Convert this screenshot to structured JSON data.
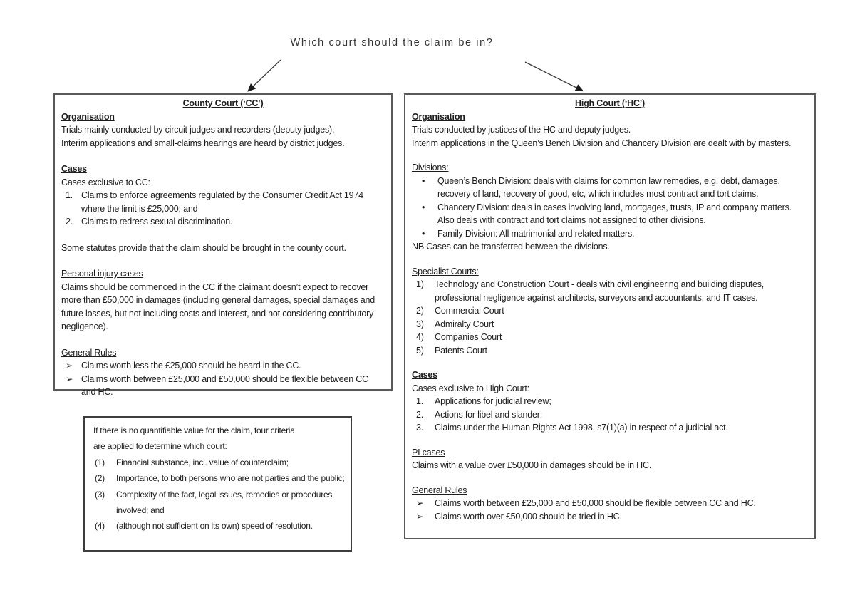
{
  "page_title": "Which court should the claim be in?",
  "county_court": {
    "title": "County Court (‘CC’)",
    "organisation_heading": "Organisation",
    "organisation_lines": [
      "Trials mainly conducted by circuit judges and recorders (deputy judges).",
      "Interim applications and small-claims hearings are heard by district judges."
    ],
    "cases_heading": "Cases",
    "cases_intro": "Cases exclusive to CC:",
    "cases_items": [
      {
        "marker": "1.",
        "text": "Claims to enforce agreements regulated by the Consumer Credit Act 1974 where the limit is £25,000; and"
      },
      {
        "marker": "2.",
        "text": "Claims to redress sexual discrimination."
      }
    ],
    "cases_note": "Some statutes provide that the claim should be brought in the county court.",
    "pi_heading": "Personal injury cases",
    "pi_text": "Claims should be commenced in the CC if the claimant doesn’t expect to recover more than £50,000 in damages (including general damages, special damages and future losses, but not including costs and interest, and not considering contributory negligence).",
    "general_rules_heading": "General Rules",
    "general_rules_items": [
      {
        "marker": "➢",
        "text": "Claims worth less the £25,000 should be heard in the CC."
      },
      {
        "marker": "➢",
        "text": "Claims worth between £25,000 and £50,000 should be flexible between CC and HC."
      }
    ]
  },
  "high_court": {
    "title": "High Court (‘HC’)",
    "organisation_heading": "Organisation",
    "organisation_lines": [
      "Trials conducted by justices of the HC and deputy judges.",
      "Interim applications in the Queen’s Bench Division and Chancery Division are dealt with by masters."
    ],
    "divisions_heading": "Divisions:",
    "divisions_items": [
      {
        "marker": "•",
        "text": "Queen’s Bench Division: deals with claims for common law remedies, e.g. debt, damages, recovery of land, recovery of good, etc, which includes most contract and tort claims."
      },
      {
        "marker": "•",
        "text": "Chancery Division: deals in cases involving land, mortgages, trusts, IP and company matters. Also deals with contract and tort claims not assigned to other divisions."
      },
      {
        "marker": "•",
        "text": "Family Division: All matrimonial and related matters."
      }
    ],
    "divisions_note": "NB Cases can be transferred between the divisions.",
    "specialist_heading": "Specialist Courts:",
    "specialist_items": [
      {
        "marker": "1)",
        "text": "Technology and Construction Court - deals with civil engineering and building disputes, professional negligence against architects, surveyors and accountants, and IT cases."
      },
      {
        "marker": "2)",
        "text": "Commercial Court"
      },
      {
        "marker": "3)",
        "text": "Admiralty Court"
      },
      {
        "marker": "4)",
        "text": "Companies Court"
      },
      {
        "marker": "5)",
        "text": "Patents Court"
      }
    ],
    "cases_heading": "Cases",
    "cases_intro": "Cases exclusive to High Court:",
    "cases_items": [
      {
        "marker": "1.",
        "text": "Applications for judicial review;"
      },
      {
        "marker": "2.",
        "text": "Actions for libel and slander;"
      },
      {
        "marker": "3.",
        "text": "Claims under the Human Rights Act 1998, s7(1)(a) in respect of a judicial act."
      }
    ],
    "pi_heading": "PI cases",
    "pi_text": "Claims with a value over £50,000 in damages should be in HC.",
    "general_rules_heading": "General Rules",
    "general_rules_items": [
      {
        "marker": "➢",
        "text": "Claims worth between £25,000 and £50,000 should be flexible between CC and HC."
      },
      {
        "marker": "➢",
        "text": "Claims worth over £50,000 should be tried in HC."
      }
    ]
  },
  "criteria_box": {
    "intro_lines": [
      "If there is no quantifiable value for the claim, four criteria",
      "are applied to determine which court:"
    ],
    "items": [
      {
        "marker": "(1)",
        "text": "Financial substance, incl. value of counterclaim;"
      },
      {
        "marker": "(2)",
        "text": "Importance, to both persons who are not parties and the public;"
      },
      {
        "marker": "(3)",
        "text": "Complexity of the fact, legal issues, remedies or procedures involved; and"
      },
      {
        "marker": "(4)",
        "text": "(although not sufficient on its own) speed of resolution."
      }
    ]
  },
  "colors": {
    "text": "#1c1c1c",
    "box_border": "#595959",
    "criteria_border": "#3d3d3d",
    "arrow": "#3a3a3a"
  }
}
